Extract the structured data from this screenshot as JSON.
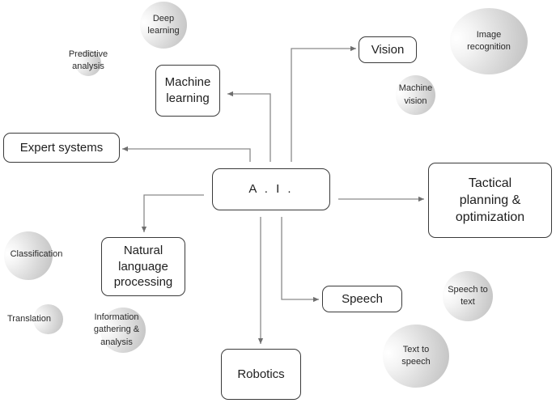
{
  "center": {
    "label": "A . I ."
  },
  "branches": {
    "machine_learning": "Machine\nlearning",
    "expert_systems": "Expert systems",
    "vision": "Vision",
    "tactical": "Tactical\nplanning &\noptimization",
    "nlp": "Natural\nlanguage\nprocessing",
    "speech": "Speech",
    "robotics": "Robotics"
  },
  "topics": {
    "deep_learning": "Deep\nlearning",
    "predictive_analysis": "Predictive\nanalysis",
    "image_recognition": "Image\nrecognition",
    "machine_vision": "Machine\nvision",
    "classification": "Classification",
    "translation": "Translation",
    "information_gathering": "Information\ngathering &\nanalysis",
    "speech_to_text": "Speech to\ntext",
    "text_to_speech": "Text to\nspeech"
  },
  "colors": {
    "line": "#8a8a8a",
    "border": "#3a3a3a",
    "bubble_dark": "#bdbdbd",
    "bubble_light": "#ffffff"
  }
}
